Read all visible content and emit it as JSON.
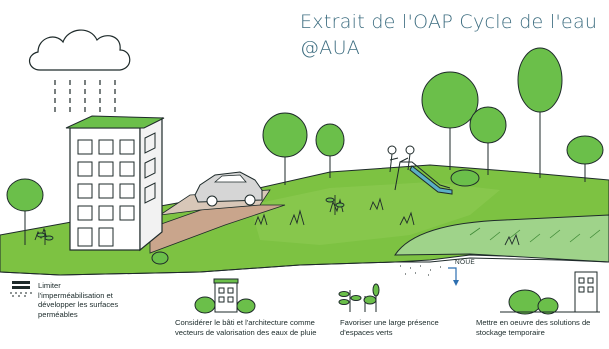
{
  "title": {
    "line1": "Extrait de l'OAP Cycle de l'eau",
    "line2": "@AUA"
  },
  "label_noue": "NOUE",
  "captions": [
    "Limiter l'imperméabilisation et développer les surfaces perméables",
    "Considérer le bâti et l'architecture comme vecteurs de valorisation des eaux de pluie",
    "Favoriser une large présence d'espaces verts",
    "Mettre en oeuvre des solutions de stockage temporaire"
  ],
  "colors": {
    "grass": "#7dc242",
    "grass_dark": "#5aa23a",
    "tree": "#6bbf4a",
    "outline": "#1e2a2a",
    "path": "#c9a58c",
    "title": "#3d6d80",
    "water": "#2d6fb0"
  }
}
